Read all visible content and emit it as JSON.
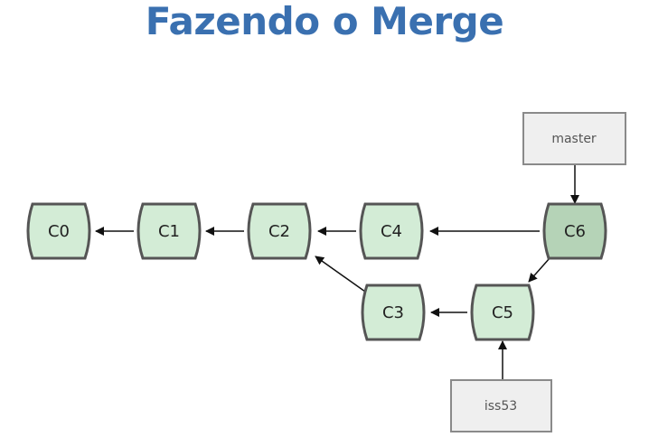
{
  "title": "Fazendo o Merge",
  "colors": {
    "title": "#3a70b0",
    "commit_fill": "#d3ecd6",
    "merge_commit_fill": "#b5d3b7",
    "commit_stroke": "#555555",
    "ref_fill": "#efefef",
    "ref_stroke": "#8a8a8a"
  },
  "commits": [
    {
      "id": "c0",
      "label": "C0",
      "merge": false
    },
    {
      "id": "c1",
      "label": "C1",
      "merge": false
    },
    {
      "id": "c2",
      "label": "C2",
      "merge": false
    },
    {
      "id": "c4",
      "label": "C4",
      "merge": false
    },
    {
      "id": "c6",
      "label": "C6",
      "merge": true
    },
    {
      "id": "c3",
      "label": "C3",
      "merge": false
    },
    {
      "id": "c5",
      "label": "C5",
      "merge": false
    }
  ],
  "refs": [
    {
      "id": "master",
      "label": "master",
      "points_to": "c6"
    },
    {
      "id": "iss53",
      "label": "iss53",
      "points_to": "c5"
    }
  ],
  "edges": [
    {
      "from": "c1",
      "to": "c0"
    },
    {
      "from": "c2",
      "to": "c1"
    },
    {
      "from": "c4",
      "to": "c2"
    },
    {
      "from": "c6",
      "to": "c4"
    },
    {
      "from": "c6",
      "to": "c5"
    },
    {
      "from": "c5",
      "to": "c3"
    },
    {
      "from": "c3",
      "to": "c2"
    }
  ]
}
